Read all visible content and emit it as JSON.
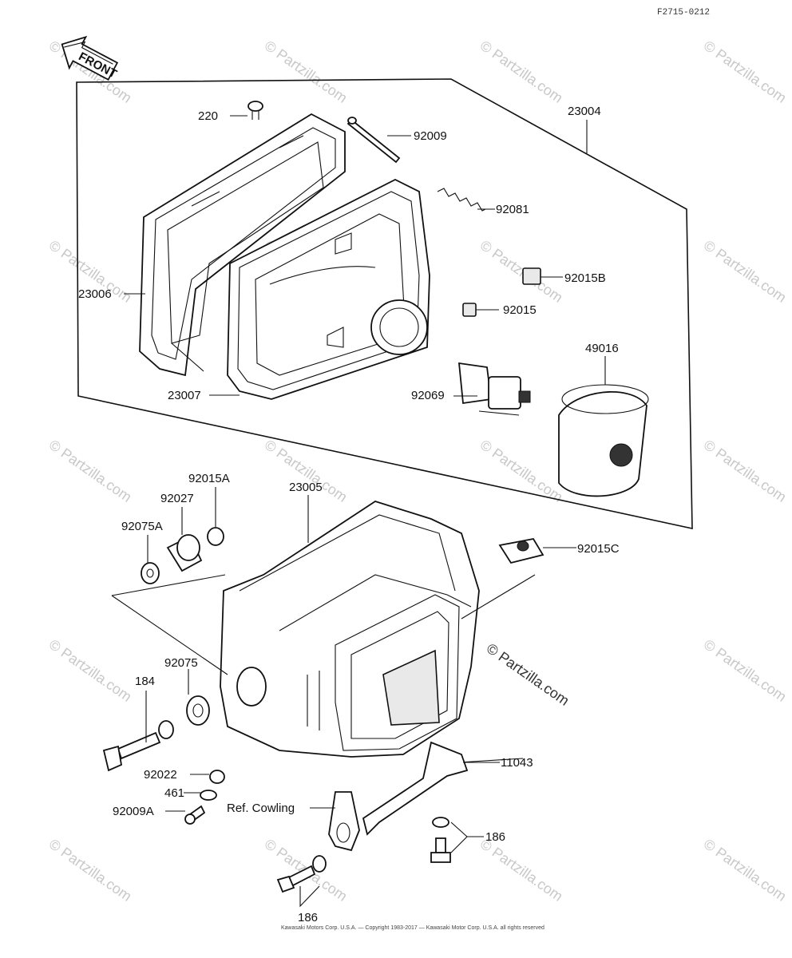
{
  "diagram": {
    "code": "F2715-0212",
    "front_label": "FRONT",
    "copyright_center": "Kawasaki Motors Corp. U.S.A. — Copyright 1983-2017 — Kawasaki Motor Corp. U.S.A. all rights reserved",
    "copyright_right": "© Partzilla.com",
    "watermark_text": "© Partzilla.com",
    "labels": [
      {
        "id": "220",
        "text": "220"
      },
      {
        "id": "92009",
        "text": "92009"
      },
      {
        "id": "23004",
        "text": "23004"
      },
      {
        "id": "92081",
        "text": "92081"
      },
      {
        "id": "92015B",
        "text": "92015B"
      },
      {
        "id": "23006",
        "text": "23006"
      },
      {
        "id": "92015",
        "text": "92015"
      },
      {
        "id": "49016",
        "text": "49016"
      },
      {
        "id": "92069",
        "text": "92069"
      },
      {
        "id": "23007",
        "text": "23007"
      },
      {
        "id": "92015A",
        "text": "92015A"
      },
      {
        "id": "92027",
        "text": "92027"
      },
      {
        "id": "23005",
        "text": "23005"
      },
      {
        "id": "92075A",
        "text": "92075A"
      },
      {
        "id": "92015C",
        "text": "92015C"
      },
      {
        "id": "92075",
        "text": "92075"
      },
      {
        "id": "184",
        "text": "184"
      },
      {
        "id": "92022",
        "text": "92022"
      },
      {
        "id": "11043",
        "text": "11043"
      },
      {
        "id": "461",
        "text": "461"
      },
      {
        "id": "92009A",
        "text": "92009A"
      },
      {
        "id": "ref_cowling",
        "text": "Ref. Cowling"
      },
      {
        "id": "186_right",
        "text": "186"
      },
      {
        "id": "186_bottom",
        "text": "186"
      }
    ]
  }
}
